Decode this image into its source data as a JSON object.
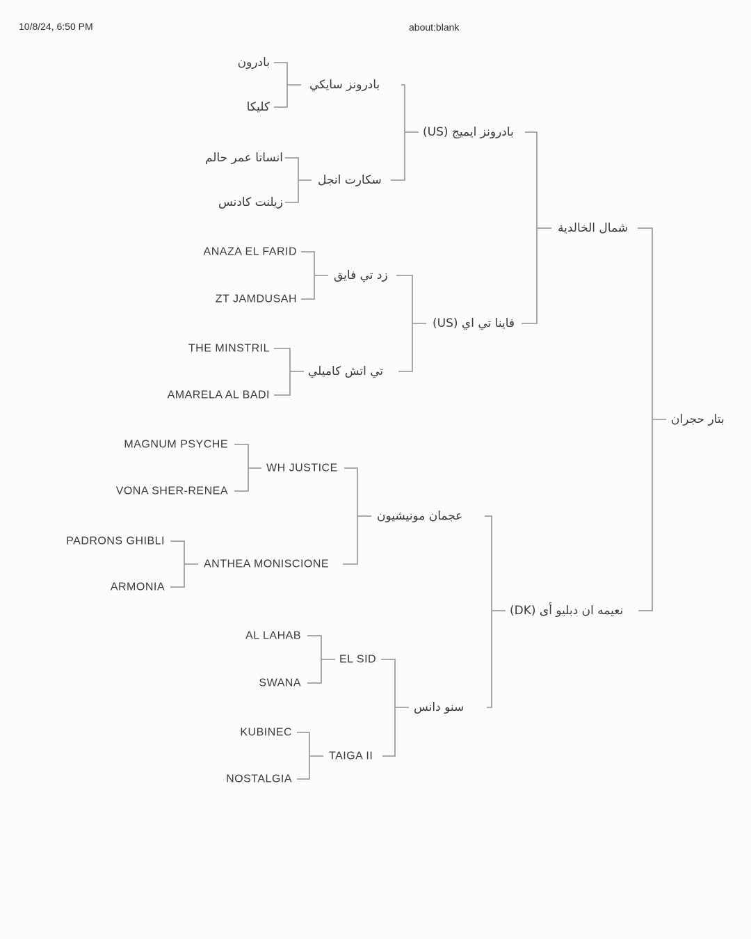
{
  "page": {
    "timestamp": "10/8/24, 6:50 PM",
    "url_label": "about:blank"
  },
  "colors": {
    "background": "#fcfcfb",
    "connector_line": "#9e9e9e",
    "label_text": "#3a3a3a",
    "header_text": "#2a2a2a"
  },
  "pedigree": {
    "subject": {
      "label": "بتار حجران",
      "dir": "rtl"
    },
    "gen1": [
      {
        "label": "شمال الخالدية",
        "dir": "rtl"
      },
      {
        "label": "نعيمه ان دبليو أى (DK)",
        "dir": "rtl"
      }
    ],
    "gen2": [
      {
        "label": "بادرونز ايميج (US)",
        "dir": "rtl"
      },
      {
        "label": "فاينا تي اي (US)",
        "dir": "rtl"
      },
      {
        "label": "عجمان مونيشيون",
        "dir": "rtl"
      },
      {
        "label": "سنو دانس",
        "dir": "rtl"
      }
    ],
    "gen3": [
      {
        "label": "بادرونز سايكي",
        "dir": "rtl"
      },
      {
        "label": "سكارت انجل",
        "dir": "rtl"
      },
      {
        "label": "زد تي فايق",
        "dir": "rtl"
      },
      {
        "label": "تي اتش كاميلي",
        "dir": "rtl"
      },
      {
        "label": "WH JUSTICE",
        "dir": "ltr"
      },
      {
        "label": "ANTHEA MONISCIONE",
        "dir": "ltr"
      },
      {
        "label": "EL SID",
        "dir": "ltr"
      },
      {
        "label": "TAIGA II",
        "dir": "ltr"
      }
    ],
    "gen4": [
      {
        "label": "بادرون",
        "dir": "rtl"
      },
      {
        "label": "كليكا",
        "dir": "rtl"
      },
      {
        "label": "انساتا عمر حالم",
        "dir": "rtl"
      },
      {
        "label": "زيلنت كادنس",
        "dir": "rtl"
      },
      {
        "label": "ANAZA EL FARID",
        "dir": "ltr"
      },
      {
        "label": "ZT JAMDUSAH",
        "dir": "ltr"
      },
      {
        "label": "THE MINSTRIL",
        "dir": "ltr"
      },
      {
        "label": "AMARELA AL BADI",
        "dir": "ltr"
      },
      {
        "label": "MAGNUM PSYCHE",
        "dir": "ltr"
      },
      {
        "label": "VONA SHER-RENEA",
        "dir": "ltr"
      },
      {
        "label": "PADRONS GHIBLI",
        "dir": "ltr"
      },
      {
        "label": "ARMONIA",
        "dir": "ltr"
      },
      {
        "label": "AL LAHAB",
        "dir": "ltr"
      },
      {
        "label": "SWANA",
        "dir": "ltr"
      },
      {
        "label": "KUBINEC",
        "dir": "ltr"
      },
      {
        "label": "NOSTALGIA",
        "dir": "ltr"
      }
    ]
  }
}
